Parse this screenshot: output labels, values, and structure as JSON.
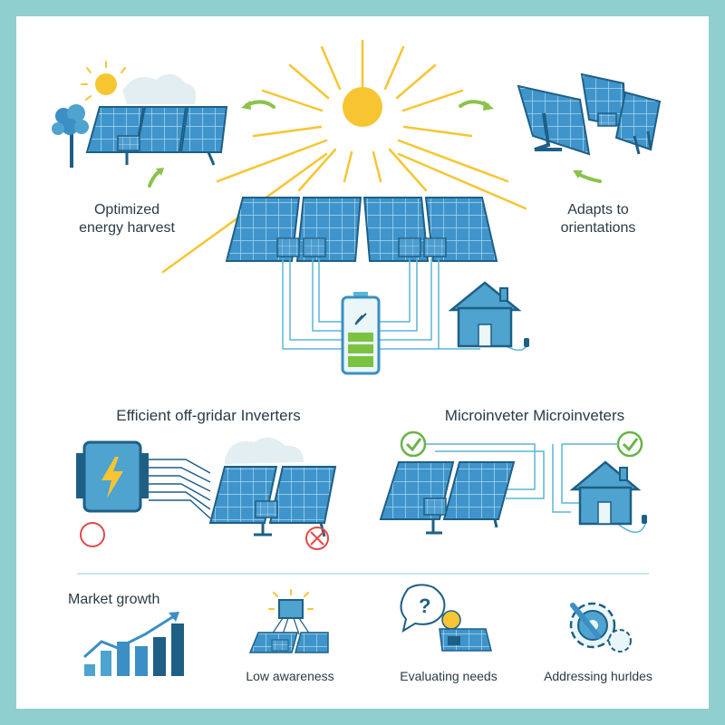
{
  "top": {
    "left_caption": "Optimized energy harvest",
    "left_caption_line1": "Optimized",
    "left_caption_line2": "energy harvest",
    "right_caption_line1": "Adapts to",
    "right_caption_line2": "orientations"
  },
  "middle": {
    "left_heading": "Efficient off-gridar Inverters",
    "right_heading": "Microinveter Microinveters"
  },
  "bottom": {
    "items": [
      {
        "label": "Market growth",
        "icon": "growth-bar-chart-icon"
      },
      {
        "label": "Low awareness",
        "icon": "chip-solar-panel-icon"
      },
      {
        "label": "Evaluating needs",
        "icon": "question-lightbulb-icon"
      },
      {
        "label": "Addressing hurldes",
        "icon": "gear-wrench-icon"
      }
    ]
  },
  "colors": {
    "frame": "#8fcfcf",
    "panel": "#3b8fc4",
    "panel_dark": "#1e5f86",
    "sun": "#f7c531",
    "arrow_green": "#8bc34a",
    "battery_green": "#7cc242",
    "check_green": "#6ab34a",
    "warn_red": "#e04a4a",
    "house": "#4ea3cf"
  }
}
